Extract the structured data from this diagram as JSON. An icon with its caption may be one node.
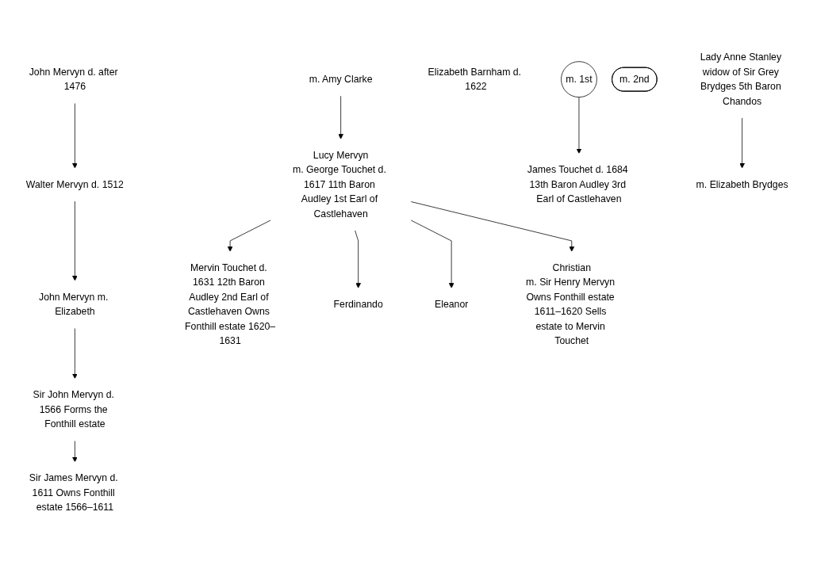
{
  "diagram": {
    "nodes": [
      {
        "text": [
          "John Mervyn d. after 1476"
        ]
      },
      {
        "text": [
          "Walter Mervyn d. 1512"
        ]
      },
      {
        "text": [
          "John Mervyn m. Elizabeth"
        ]
      },
      {
        "text": [
          "Sir John Mervyn d. 1566 Forms the Fonthill estate"
        ]
      },
      {
        "text": [
          "Sir James Mervyn d. 1611 Owns Fonthill estate 1566–1611"
        ]
      },
      {
        "text": [
          "m. Amy Clarke"
        ]
      },
      {
        "text": [
          "Lucy Mervyn",
          "m. George Touchet d. 1617 11th Baron Audley 1st Earl of Castlehaven"
        ]
      },
      {
        "text": [
          "Elizabeth Barnham d. 1622"
        ]
      },
      {
        "text": [
          "m. 1st"
        ]
      },
      {
        "text": [
          "Mervin Touchet d. 1631 12th Baron Audley 2nd Earl of Castlehaven Owns Fonthill estate 1620–1631"
        ]
      },
      {
        "text": [
          "Ferdinando"
        ]
      },
      {
        "text": [
          "Eleanor"
        ]
      },
      {
        "text": [
          "Christian",
          "m. Sir Henry Mervyn Owns Fonthill estate 1611–1620 Sells estate to Mervin Touchet"
        ]
      },
      {
        "text": [
          "m. 2nd"
        ]
      },
      {
        "text": [
          "Lady Anne Stanley widow of Sir Grey Brydges 5th Baron Chandos"
        ]
      },
      {
        "text": [
          "James Touchet d. 1684 13th Baron Audley 3rd Earl of Castlehaven"
        ]
      },
      {
        "text": [
          "m. Elizabeth Brydges"
        ]
      }
    ],
    "edges": [
      {
        "from": 0,
        "to": 1,
        "arrow": "to"
      },
      {
        "from": 1,
        "to": 2,
        "arrow": "to"
      },
      {
        "from": 2,
        "to": 3,
        "arrow": "to"
      },
      {
        "from": 3,
        "to": 4,
        "arrow": "to"
      },
      {
        "from": 5,
        "to": 6,
        "arrow": "to"
      },
      {
        "from": 6,
        "to": 9,
        "arrow": "to"
      },
      {
        "from": 6,
        "to": 10,
        "arrow": "to"
      },
      {
        "from": 6,
        "to": 11,
        "arrow": "to"
      },
      {
        "from": 6,
        "to": 12,
        "arrow": "to"
      },
      {
        "from": 8,
        "to": 15,
        "arrow": "to"
      },
      {
        "from": 14,
        "to": 16,
        "arrow": "to"
      }
    ]
  }
}
